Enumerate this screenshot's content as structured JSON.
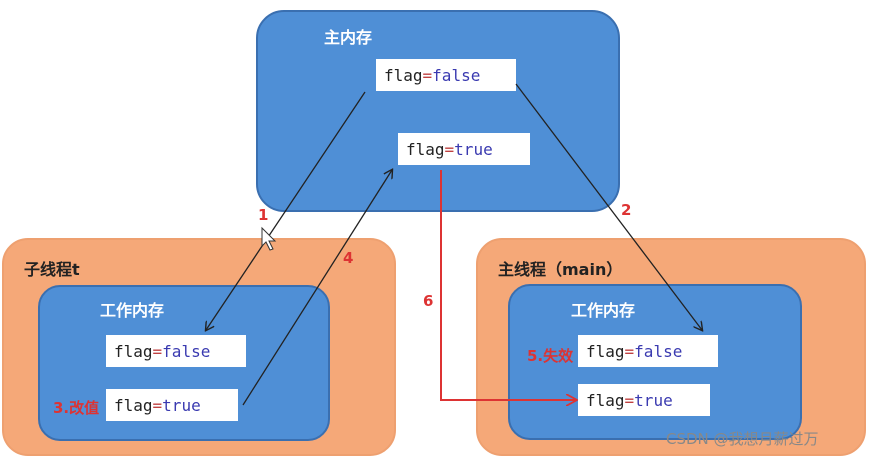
{
  "main_memory": {
    "title": "主内存",
    "var1": {
      "name": "flag",
      "op": "=",
      "value": "false"
    },
    "var2": {
      "name": "flag",
      "op": "=",
      "value": "true"
    }
  },
  "thread_t": {
    "title": "子线程t",
    "work_title": "工作内存",
    "var1": {
      "name": "flag",
      "op": "=",
      "value": "false"
    },
    "var2": {
      "name": "flag",
      "op": "=",
      "value": "true"
    },
    "note": "3.改值"
  },
  "thread_main": {
    "title": "主线程（main）",
    "work_title": "工作内存",
    "var1": {
      "name": "flag",
      "op": "=",
      "value": "false"
    },
    "var2": {
      "name": "flag",
      "op": "=",
      "value": "true"
    },
    "note": "5.失效"
  },
  "steps": {
    "s1": "1",
    "s2": "2",
    "s4": "4",
    "s6": "6"
  },
  "watermark": "CSDN @我想月薪过万",
  "colors": {
    "memory_blue": "#4f8fd6",
    "thread_orange": "#f5a878",
    "step_red": "#dd3333",
    "arrow_black": "#222222"
  }
}
